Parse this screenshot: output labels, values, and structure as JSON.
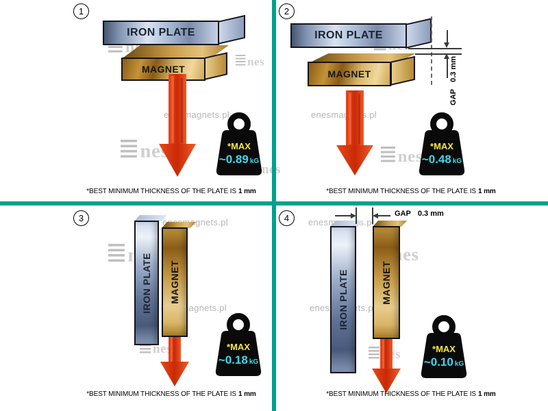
{
  "colors": {
    "divider": "#00a18c",
    "arrow": "#e23510",
    "max_text": "#f5e73e",
    "value_text": "#3fd9e8",
    "watermark": "#b5b5b5"
  },
  "labels": {
    "iron_plate": "IRON PLATE",
    "magnet": "MAGNET",
    "max": "*MAX",
    "unit": "kG"
  },
  "gap": {
    "label": "GAP",
    "value": "0.3 mm"
  },
  "caption": {
    "prefix": "*BEST MINIMUM THICKNESS OF THE PLATE IS",
    "bold": "1 mm"
  },
  "watermark": {
    "text": "enesmagnets.pl",
    "logo_text": "nes"
  },
  "panels": [
    {
      "number": "1",
      "max_value": "~0.89"
    },
    {
      "number": "2",
      "max_value": "~0.48"
    },
    {
      "number": "3",
      "max_value": "~0.18"
    },
    {
      "number": "4",
      "max_value": "~0.10"
    }
  ]
}
